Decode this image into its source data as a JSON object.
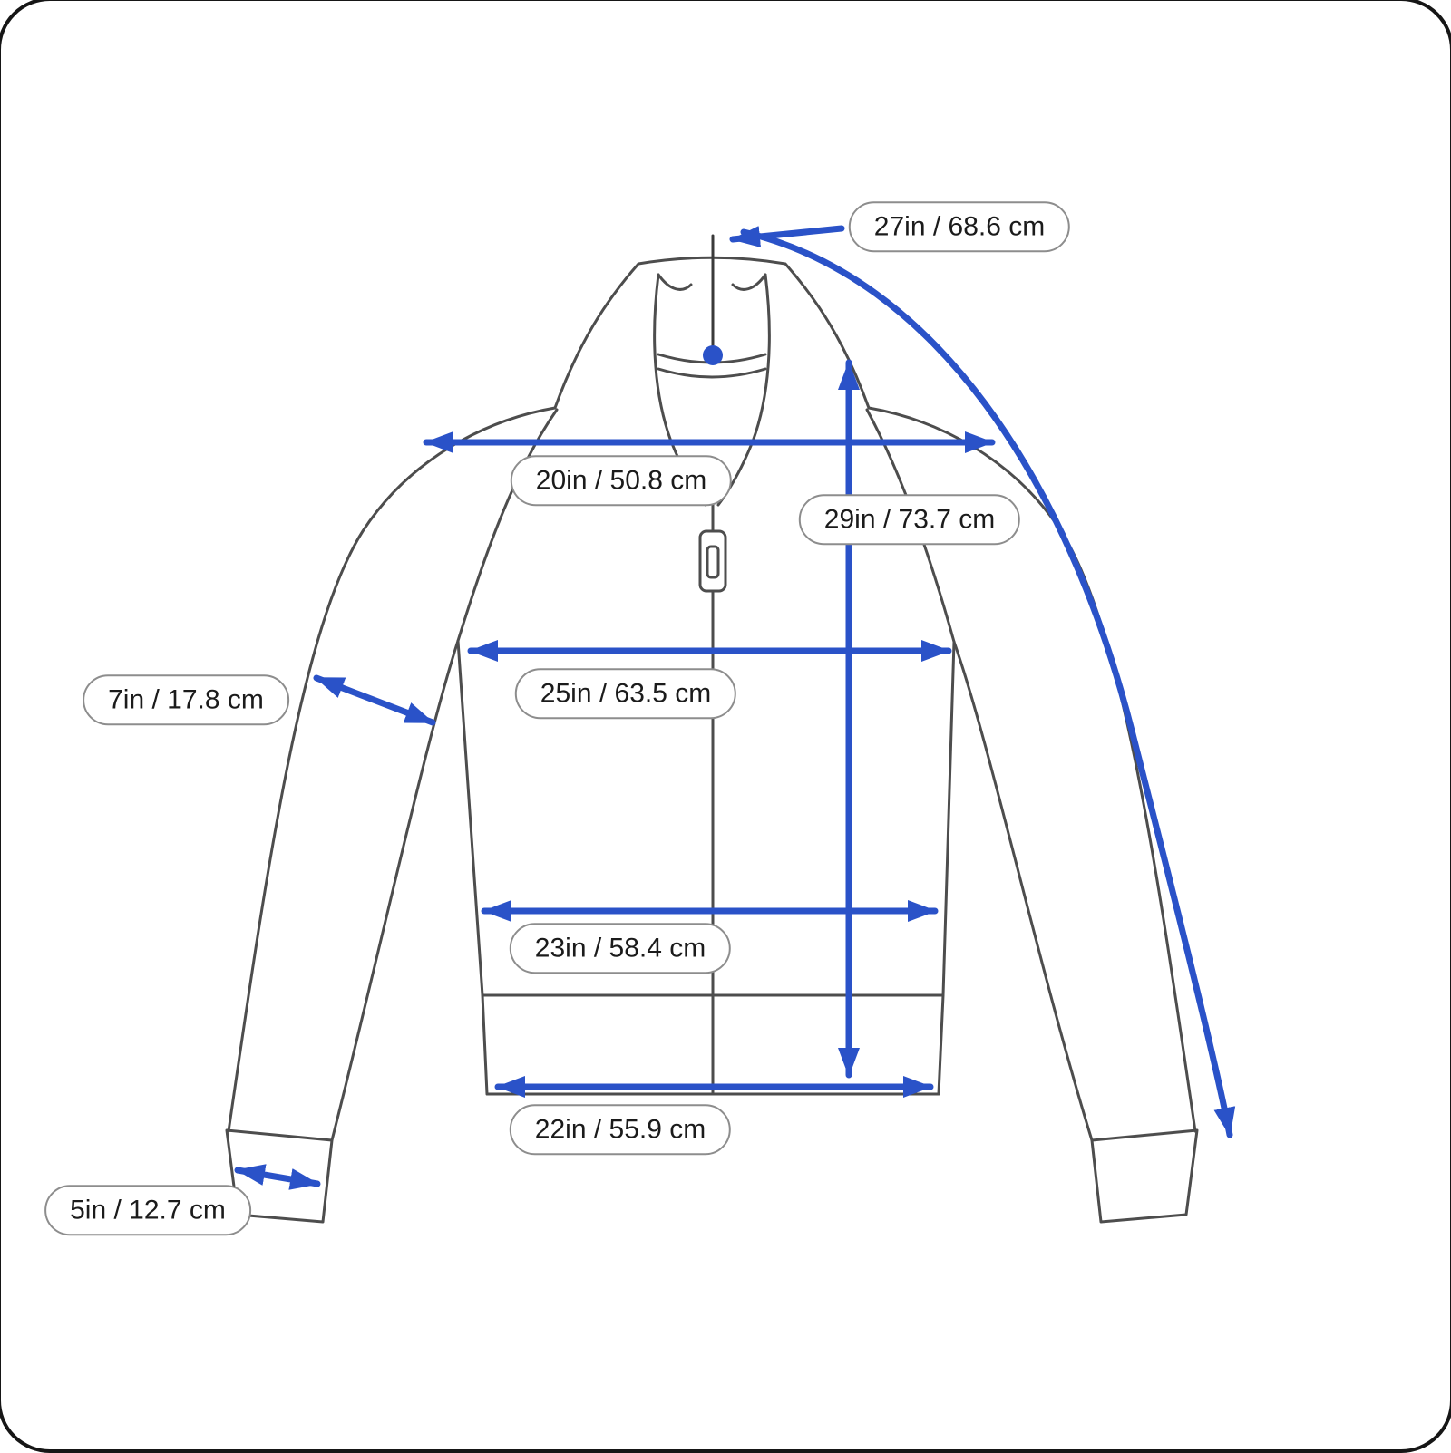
{
  "diagram": {
    "measurements": [
      {
        "name": "sleeve-length",
        "text": "27in / 68.6 cm"
      },
      {
        "name": "shoulder-width",
        "text": "20in / 50.8 cm"
      },
      {
        "name": "body-length",
        "text": "29in / 73.7 cm"
      },
      {
        "name": "armhole",
        "text": "7in / 17.8 cm"
      },
      {
        "name": "chest-width",
        "text": "25in / 63.5 cm"
      },
      {
        "name": "waist-width",
        "text": "23in / 58.4 cm"
      },
      {
        "name": "hem-width",
        "text": "22in / 55.9 cm"
      },
      {
        "name": "cuff-width",
        "text": "5in / 12.7 cm"
      }
    ],
    "colors": {
      "arrow": "#2a52c8",
      "outline": "#4d4d4d",
      "label_border": "#8d8d8d",
      "label_text": "#1b1b1b",
      "background": "#ffffff"
    }
  }
}
